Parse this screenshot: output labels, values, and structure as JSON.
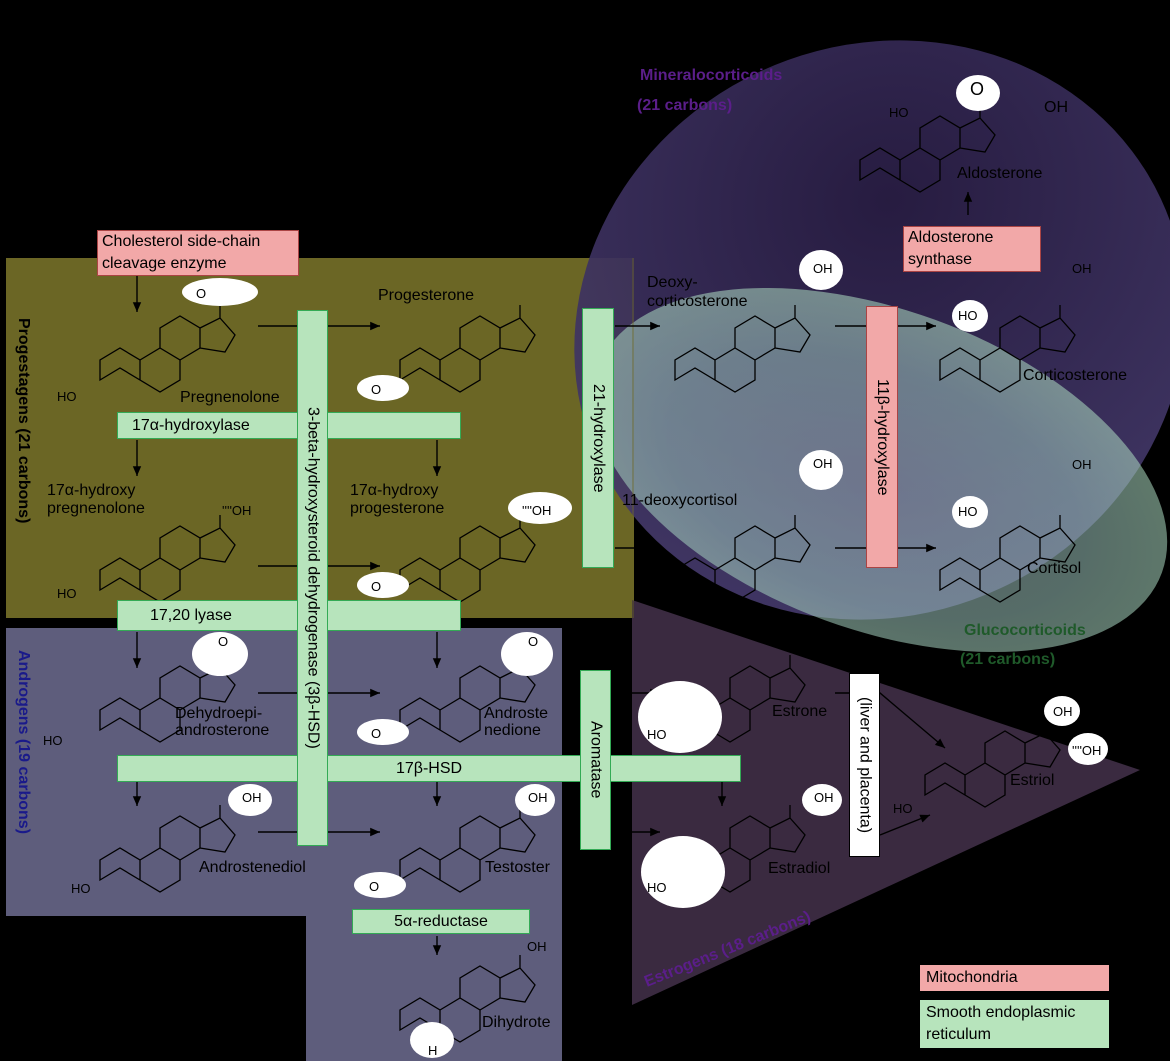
{
  "groups": {
    "progestagens": "Progestagens (21 carbons)",
    "androgens": "Androgens (19 carbons)",
    "mineralocorticoids_name": "Mineralocorticoids",
    "mineralocorticoids_carbons": "(21 carbons)",
    "glucocorticoids_name": "Glucocorticoids",
    "glucocorticoids_carbons": "(21 carbons)",
    "estrogens": "Estrogens (18 carbons)"
  },
  "enzymes": {
    "scc": "Cholesterol side-chain cleavage enzyme",
    "hydroxylase17a": "17α-hydroxylase",
    "hsd3b": "3-beta-hydroxysteroid dehydrogenase (3β-HSD)",
    "hydroxylase21": "21-hydroxylase",
    "hydroxylase11b": "11β-hydroxylase",
    "aldo_synthase": "Aldosterone synthase",
    "lyase1720": "17,20 lyase",
    "aromatase": "Aromatase",
    "hsd17b": "17β-HSD",
    "reductase5a": "5α-reductase",
    "liver": "(liver and placenta)"
  },
  "molecules": {
    "pregnenolone": "Pregnenolone",
    "progesterone": "Progesterone",
    "deoxycorticosterone_1": "Deoxy-",
    "deoxycorticosterone_2": "corticosterone",
    "corticosterone": "Corticosterone",
    "aldosterone": "Aldosterone",
    "oh17_preg_1": "17α-hydroxy",
    "oh17_preg_2": "pregnenolone",
    "oh17_prog_1": "17α-hydroxy",
    "oh17_prog_2": "progesterone",
    "deoxycortisol": "11-deoxycortisol",
    "cortisol": "Cortisol",
    "dhea_1": "Dehydroepi-",
    "dhea_2": "androsterone",
    "androstenedione_1": "Androste",
    "androstenedione_2": "nedione",
    "estrone": "Estrone",
    "estriol": "Estriol",
    "androstenediol": "Androstenediol",
    "testosterone": "Testoster",
    "estradiol": "Estradiol",
    "dht": "Dihydrote"
  },
  "atoms": {
    "ho": "HO",
    "oh": "OH",
    "o": "O",
    "h": "H",
    "hashed_oh": "''''OH"
  },
  "legend": {
    "mitochondria": "Mitochondria",
    "ser_1": "Smooth endoplasmic",
    "ser_2": "reticulum"
  },
  "colors": {
    "background": "#000000",
    "progestagen_region": "#6b6625",
    "androgen_region": "#5e5d7c",
    "estrogen_region": "#3a2a40",
    "mineralocorticoid_region": "#3c2d5e",
    "glucocorticoid_region": "#b4e6c4",
    "mitochondria": "#f2a8a8",
    "smooth_er": "#b7e4bc",
    "mineralocorticoid_title": "#5b1e8a",
    "glucocorticoid_title": "#1f5a2a",
    "androgen_title": "#1a1a8a",
    "estrogen_title": "#5b1e8a"
  }
}
